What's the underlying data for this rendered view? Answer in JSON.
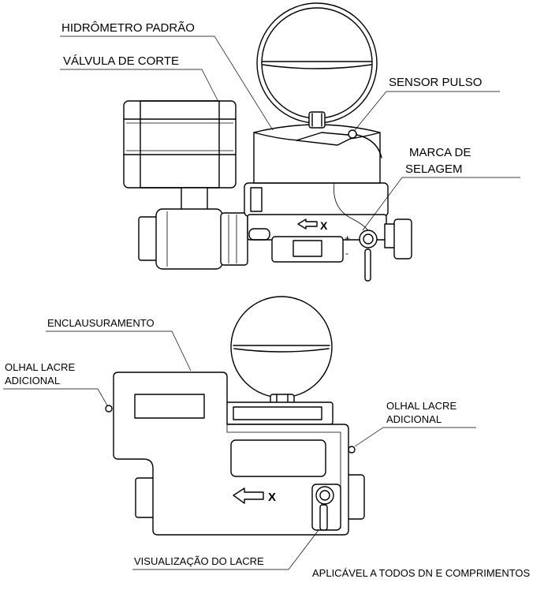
{
  "labels": {
    "hidrometro": "HIDRÔMETRO PADRÃO",
    "valvula": "VÁLVULA DE CORTE",
    "sensor": "SENSOR PULSO",
    "marca_line1": "MARCA DE",
    "marca_line2": "SELAGEM",
    "enclausuramento": "ENCLAUSURAMENTO",
    "olhal_left_line1": "OLHAL LACRE",
    "olhal_left_line2": "ADICIONAL",
    "olhal_right_line1": "OLHAL LACRE",
    "olhal_right_line2": "ADICIONAL",
    "visualizacao": "VISUALIZAÇÃO  DO LACRE",
    "aplicavel": "APLICÁVEL A TODOS DN E COMPRIMENTOS"
  },
  "flow_marks": {
    "top_arrow_letter": "X",
    "bottom_arrow_letter": "X",
    "plus": "+",
    "minus": "-"
  }
}
